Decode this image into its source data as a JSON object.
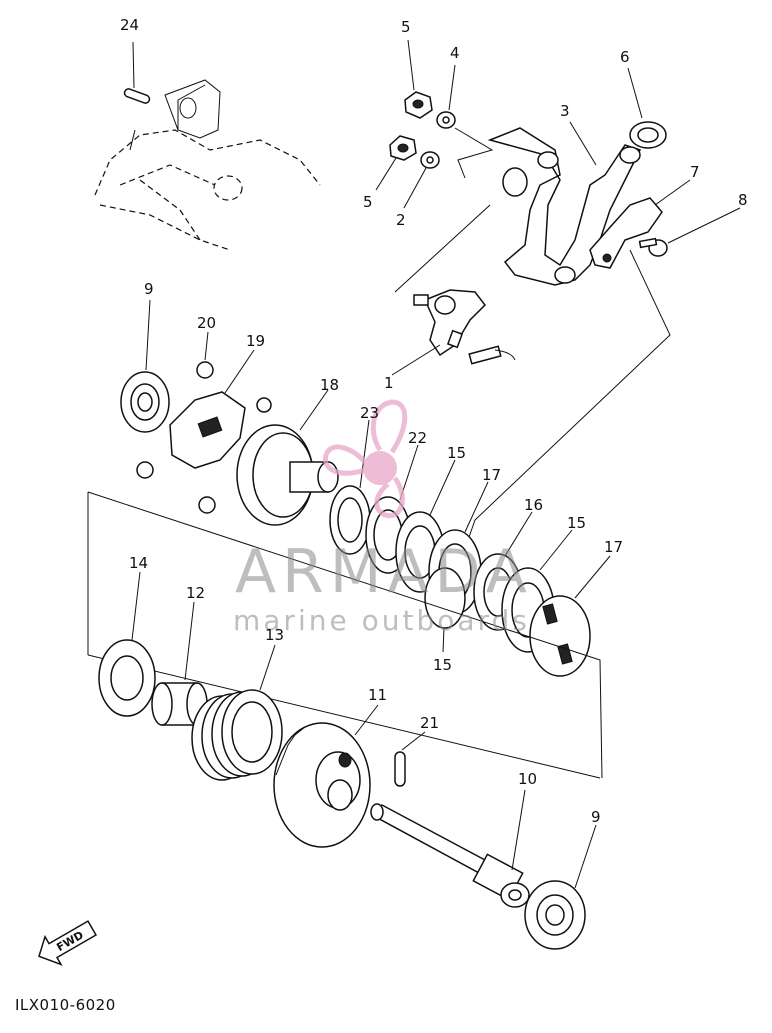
{
  "diagram": {
    "part_numbers": {
      "p1": "1",
      "p2": "2",
      "p3": "3",
      "p4": "4",
      "p5a": "5",
      "p5b": "5",
      "p6": "6",
      "p7": "7",
      "p8": "8",
      "p9a": "9",
      "p9b": "9",
      "p10": "10",
      "p11": "11",
      "p12": "12",
      "p13": "13",
      "p14": "14",
      "p15a": "15",
      "p15b": "15",
      "p15c": "15",
      "p16": "16",
      "p17a": "17",
      "p17b": "17",
      "p18": "18",
      "p19": "19",
      "p20": "20",
      "p21": "21",
      "p22": "22",
      "p23": "23",
      "p24": "24"
    },
    "drawing_code": "ILX010-6020",
    "fwd_label": "FWD"
  },
  "watermark": {
    "brand": "ARMADA",
    "tagline": "marine outboards",
    "logo_color": "#e9a6c8"
  }
}
